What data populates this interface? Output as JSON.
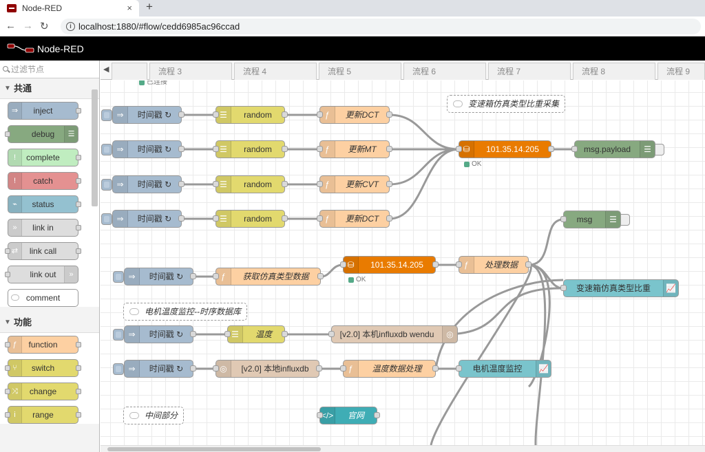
{
  "browser": {
    "tab_title": "Node-RED",
    "close_icon": "×",
    "new_tab_icon": "+",
    "back_icon": "←",
    "forward_icon": "→",
    "reload_icon": "↻",
    "url": "localhost:1880/#flow/cedd6985ac96ccad"
  },
  "header": {
    "title": "Node-RED"
  },
  "palette": {
    "search_placeholder": "过滤节点",
    "categories": [
      {
        "name": "共通",
        "chevron": "▼",
        "nodes": [
          {
            "label": "inject",
            "color": "#a6bbcf",
            "icon": "⇒",
            "icon_name": "arrow-in-icon",
            "side": "l",
            "in": false,
            "out": true
          },
          {
            "label": "debug",
            "color": "#87a980",
            "icon": "☰",
            "icon_name": "debug-icon",
            "side": "r",
            "in": true,
            "out": false
          },
          {
            "label": "complete",
            "color": "#c0edc0",
            "icon": "!",
            "icon_name": "alert-icon",
            "side": "l",
            "in": false,
            "out": true
          },
          {
            "label": "catch",
            "color": "#e49191",
            "icon": "!",
            "icon_name": "alert-icon",
            "side": "l",
            "in": false,
            "out": true
          },
          {
            "label": "status",
            "color": "#94c1d0",
            "icon": "⌁",
            "icon_name": "pulse-icon",
            "side": "l",
            "in": false,
            "out": true
          },
          {
            "label": "link in",
            "color": "#dddddd",
            "icon": "»",
            "icon_name": "link-in-icon",
            "side": "l",
            "in": false,
            "out": true
          },
          {
            "label": "link call",
            "color": "#dddddd",
            "icon": "⇄",
            "icon_name": "link-call-icon",
            "side": "l",
            "in": true,
            "out": true
          },
          {
            "label": "link out",
            "color": "#dddddd",
            "icon": "»",
            "icon_name": "link-out-icon",
            "side": "r",
            "in": true,
            "out": false
          },
          {
            "label": "comment",
            "color": "#ffffff",
            "icon": "",
            "icon_name": "comment-icon",
            "side": "l",
            "in": false,
            "out": false
          }
        ]
      },
      {
        "name": "功能",
        "chevron": "▼",
        "nodes": [
          {
            "label": "function",
            "color": "#fdd0a2",
            "icon": "ƒ",
            "icon_name": "function-icon",
            "side": "l",
            "in": true,
            "out": true
          },
          {
            "label": "switch",
            "color": "#e2d96e",
            "icon": "⑂",
            "icon_name": "switch-icon",
            "side": "l",
            "in": true,
            "out": true
          },
          {
            "label": "change",
            "color": "#e2d96e",
            "icon": "⤨",
            "icon_name": "shuffle-icon",
            "side": "l",
            "in": true,
            "out": true
          },
          {
            "label": "range",
            "color": "#e2d96e",
            "icon": "i",
            "icon_name": "range-icon",
            "side": "l",
            "in": true,
            "out": true
          }
        ]
      }
    ]
  },
  "workspace": {
    "scroll_left_icon": "◀",
    "tabs": [
      {
        "label": ""
      },
      {
        "label": "流程 3"
      },
      {
        "label": "流程 4"
      },
      {
        "label": "流程 5"
      },
      {
        "label": "流程 6"
      },
      {
        "label": "流程 7"
      },
      {
        "label": "流程 8"
      },
      {
        "label": "流程 9"
      }
    ],
    "top_status": "已连接",
    "nodes": [
      {
        "id": "inj1",
        "label": "时间戳 ↻",
        "color": "#a6bbcf",
        "icon": "⇒",
        "type": "inject"
      },
      {
        "id": "rnd1",
        "label": "random",
        "color": "#e2d96e",
        "icon": "☰",
        "type": "normal"
      },
      {
        "id": "fn1",
        "label": "更新DCT",
        "color": "#fdd0a2",
        "icon": "ƒ",
        "type": "normal",
        "italic": true
      },
      {
        "id": "inj2",
        "label": "时间戳 ↻",
        "color": "#a6bbcf",
        "icon": "⇒",
        "type": "inject"
      },
      {
        "id": "rnd2",
        "label": "random",
        "color": "#e2d96e",
        "icon": "☰",
        "type": "normal"
      },
      {
        "id": "fn2",
        "label": "更新MT",
        "color": "#fdd0a2",
        "icon": "ƒ",
        "type": "normal",
        "italic": true
      },
      {
        "id": "inj3",
        "label": "时间戳 ↻",
        "color": "#a6bbcf",
        "icon": "⇒",
        "type": "inject"
      },
      {
        "id": "rnd3",
        "label": "random",
        "color": "#e2d96e",
        "icon": "☰",
        "type": "normal"
      },
      {
        "id": "fn3",
        "label": "更新CVT",
        "color": "#fdd0a2",
        "icon": "ƒ",
        "type": "normal",
        "italic": true
      },
      {
        "id": "inj4",
        "label": "时间戳 ↻",
        "color": "#a6bbcf",
        "icon": "⇒",
        "type": "inject"
      },
      {
        "id": "rnd4",
        "label": "random",
        "color": "#e2d96e",
        "icon": "☰",
        "type": "normal"
      },
      {
        "id": "fn4",
        "label": "更新DCT",
        "color": "#fdd0a2",
        "icon": "ƒ",
        "type": "normal",
        "italic": true
      },
      {
        "id": "db1",
        "label": "101.35.14.205",
        "color": "#e97b00",
        "icon": "⛁",
        "type": "normal",
        "status": "OK",
        "text_color": "#fff"
      },
      {
        "id": "dbg1",
        "label": "msg.payload",
        "color": "#87a980",
        "icon": "☰",
        "type": "debug"
      },
      {
        "id": "dbg2",
        "label": "msg",
        "color": "#87a980",
        "icon": "☰",
        "type": "debug"
      },
      {
        "id": "inj5",
        "label": "时间戳 ↻",
        "color": "#a6bbcf",
        "icon": "⇒",
        "type": "inject"
      },
      {
        "id": "fn5",
        "label": "获取仿真类型数据",
        "color": "#fdd0a2",
        "icon": "ƒ",
        "type": "normal",
        "italic": true
      },
      {
        "id": "db2",
        "label": "101.35.14.205",
        "color": "#e97b00",
        "icon": "⛁",
        "type": "normal",
        "status": "OK",
        "text_color": "#fff"
      },
      {
        "id": "fn6",
        "label": "处理数据",
        "color": "#fdd0a2",
        "icon": "ƒ",
        "type": "normal",
        "italic": true
      },
      {
        "id": "ui1",
        "label": "变速箱仿真类型比重",
        "color": "#7ac4cc",
        "icon": "📈",
        "type": "ui"
      },
      {
        "id": "inj6",
        "label": "时间戳 ↻",
        "color": "#a6bbcf",
        "icon": "⇒",
        "type": "inject"
      },
      {
        "id": "ch1",
        "label": "温度",
        "color": "#e2d96e",
        "icon": "☰",
        "type": "normal",
        "italic": true
      },
      {
        "id": "ifx1",
        "label": "[v2.0] 本机influxdb wendu",
        "color": "#e0c9b4",
        "icon": "◎",
        "type": "rightic"
      },
      {
        "id": "inj7",
        "label": "时间戳 ↻",
        "color": "#a6bbcf",
        "icon": "⇒",
        "type": "inject"
      },
      {
        "id": "ifx2",
        "label": "[v2.0] 本地influxdb",
        "color": "#e0c9b4",
        "icon": "◎",
        "type": "normal"
      },
      {
        "id": "fn7",
        "label": "温度数据处理",
        "color": "#fdd0a2",
        "icon": "ƒ",
        "type": "normal",
        "italic": true
      },
      {
        "id": "ui2",
        "label": "电机温度监控",
        "color": "#7ac4cc",
        "icon": "📈",
        "type": "ui"
      },
      {
        "id": "tpl1",
        "label": "官网",
        "color": "#3fadb5",
        "icon": "</>",
        "type": "normal",
        "italic": true,
        "text_color": "#fff"
      }
    ],
    "comments": [
      {
        "id": "c1",
        "label": "变速箱仿真类型比重采集"
      },
      {
        "id": "c2",
        "label": "电机温度监控--时序数据库"
      },
      {
        "id": "c3",
        "label": "中间部分"
      }
    ]
  }
}
